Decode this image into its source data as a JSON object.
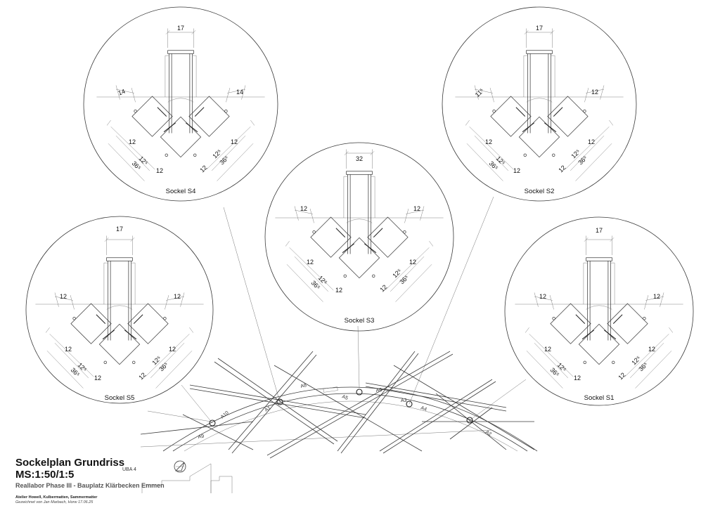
{
  "title": {
    "main": "Sockelplan Grundriss MS:1:50/1:5",
    "subtitle": "Reallabor Phase III - Bauplatz Klärbecken Emmen",
    "office": "Atelier Howell, Kulbermatten, Sammermatter",
    "drawn": "Gezeichnet von Jan Marbach, Horw 17.06.25",
    "tag": "UBA 4"
  },
  "details": [
    {
      "label": "Sockel S4",
      "top": "17",
      "left": "14",
      "right": "14"
    },
    {
      "label": "Sockel S2",
      "top": "17",
      "left": "11⁵",
      "right": "12"
    },
    {
      "label": "Sockel S3",
      "top": "32",
      "left": "12",
      "right": "12"
    },
    {
      "label": "Sockel S5",
      "top": "17",
      "left": "12",
      "right": "12"
    },
    {
      "label": "Sockel S1",
      "top": "17",
      "left": "12",
      "right": "12"
    }
  ],
  "common_dims": {
    "a": "12",
    "b": "12⁵",
    "c": "36⁵",
    "d": "12"
  },
  "axis_labels": [
    "A1",
    "A2",
    "A3",
    "A4",
    "A5",
    "A6",
    "A8",
    "A9",
    "A10"
  ]
}
